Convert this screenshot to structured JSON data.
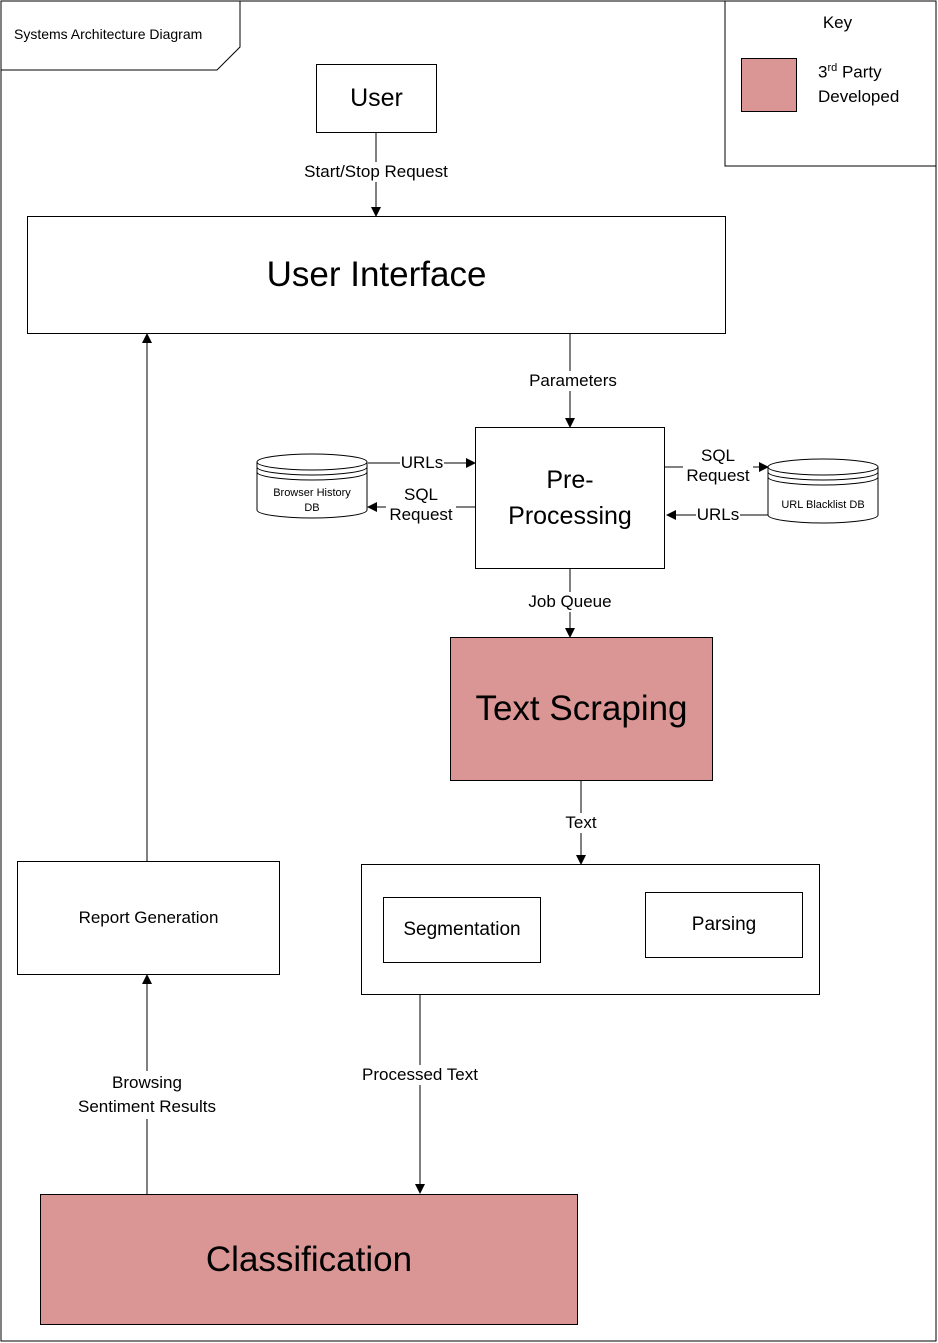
{
  "frame_title": "Systems Architecture Diagram",
  "key": {
    "title": "Key",
    "entry_line1_pre": "3",
    "entry_line1_sup": "rd",
    "entry_line1_post": " Party",
    "entry_line2": "Developed"
  },
  "colors": {
    "third_party": "#d99694",
    "line": "#000000",
    "background": "#ffffff"
  },
  "nodes": {
    "user": "User",
    "user_interface": "User Interface",
    "preprocessing_line1": "Pre-",
    "preprocessing_line2": "Processing",
    "browser_history_db_line1": "Browser History",
    "browser_history_db_line2": "DB",
    "url_blacklist_db": "URL Blacklist DB",
    "text_scraping": "Text Scraping",
    "segmentation": "Segmentation",
    "parsing": "Parsing",
    "report_generation": "Report Generation",
    "classification": "Classification"
  },
  "edges": {
    "start_stop_request": "Start/Stop Request",
    "parameters": "Parameters",
    "urls_from_history": "URLs",
    "sql_request_history_line1": "SQL",
    "sql_request_history_line2": "Request",
    "sql_request_blacklist_line1": "SQL",
    "sql_request_blacklist_line2": "Request",
    "urls_from_blacklist": "URLs",
    "job_queue": "Job Queue",
    "text": "Text",
    "processed_text": "Processed Text",
    "browsing_sentiment_line1": "Browsing",
    "browsing_sentiment_line2": "Sentiment Results"
  }
}
